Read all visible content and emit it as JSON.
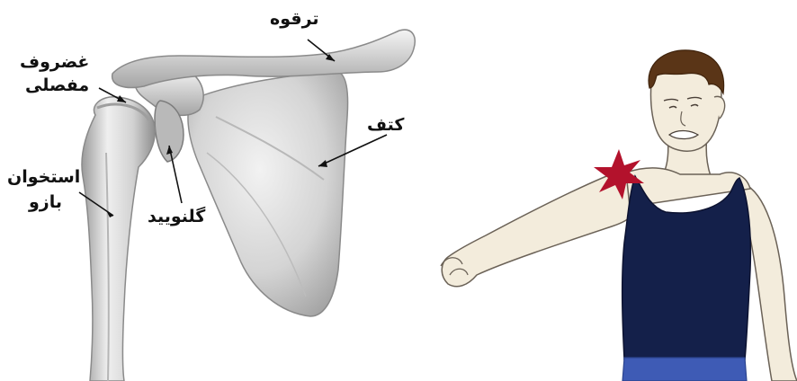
{
  "labels": {
    "clavicle": "ترقوه",
    "cartilage_line1": "غضروف",
    "cartilage_line2": "مفصلی",
    "scapula": "کتف",
    "humerus_line1": "استخوان",
    "humerus_line2": "بازو",
    "glenoid": "گلنویید"
  },
  "colors": {
    "bone_light": "#e6e6e6",
    "bone_mid": "#c4c4c4",
    "bone_dark": "#8f8f8f",
    "skin": "#f3ecdc",
    "skin_line": "#6b6257",
    "hair": "#5a3517",
    "shirt": "#14204a",
    "pants": "#3e5bb5",
    "pain_star": "#b3122c"
  }
}
